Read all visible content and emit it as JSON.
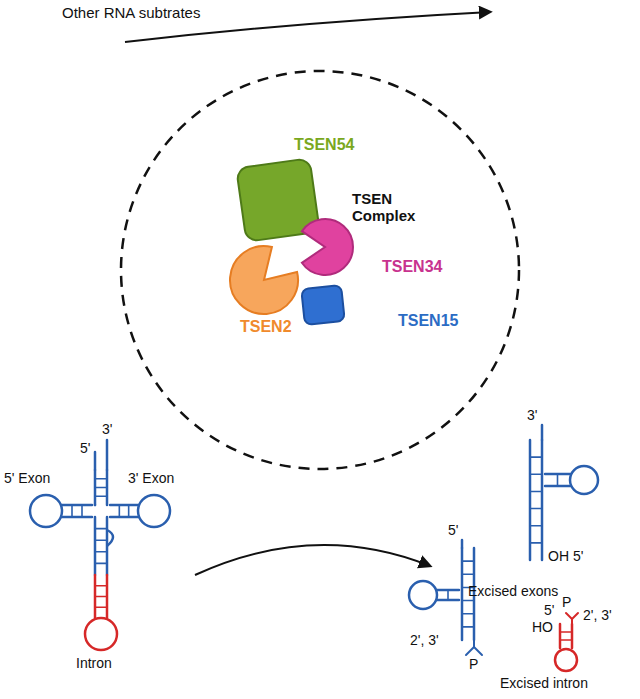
{
  "diagram": {
    "nodes": [
      {
        "text": [
          "TSEN Complex"
        ]
      },
      {
        "text": [
          "TSEN54"
        ],
        "in": 0
      },
      {
        "text": [
          "TSEN34"
        ],
        "in": 0
      },
      {
        "text": [
          "TSEN2"
        ],
        "in": 0
      },
      {
        "text": [
          "TSEN15"
        ],
        "in": 0
      }
    ],
    "labels": [
      "Other RNA subtrates",
      "5'",
      "3'",
      "5' Exon",
      "3' Exon",
      "Intron",
      "5'",
      "2', 3'",
      "P",
      "3'",
      "OH 5'",
      "Excised exons",
      "5'",
      "HO",
      "2', 3'",
      "P",
      "Excised intron"
    ]
  }
}
